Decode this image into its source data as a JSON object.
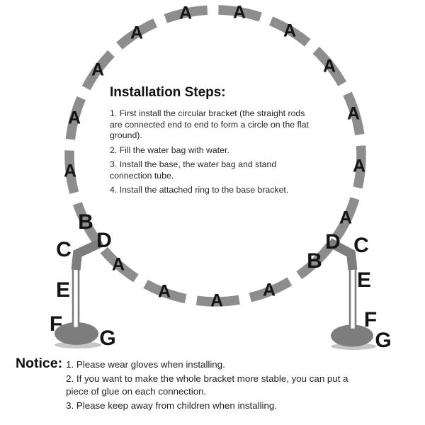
{
  "diagram": {
    "rod_label": "A",
    "stand_labels": {
      "b": "B",
      "c": "C",
      "d": "D",
      "e": "E",
      "f": "F",
      "g": "G"
    }
  },
  "steps": {
    "title": "Installation Steps:",
    "items": [
      "1. First install the circular bracket (the straight rods\nare connected end to end to form a circle on the flat\nground).",
      "2. Fill the water bag with water.",
      "3. Install the base, the water bag and stand\nconnection tube.",
      "4. Install the attached ring to the base bracket."
    ]
  },
  "notice": {
    "title": "Notice:",
    "items": [
      "1. Please wear gloves when installing.",
      "2. If you want to make the whole bracket more stable, you can put a\npiece of glue on each connection.",
      "3. Please keep away from children when installing."
    ]
  },
  "colors": {
    "rod_gray": "#8d8d8d",
    "stand_gray": "#7d7d7d",
    "shadow_gray": "#c6c6c6",
    "label_black": "#141414"
  }
}
